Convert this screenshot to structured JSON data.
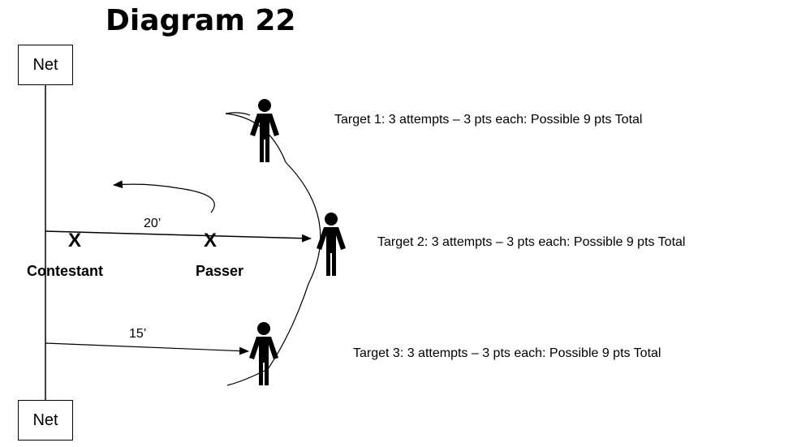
{
  "title": "Diagram 22",
  "net_top": "Net",
  "net_bottom": "Net",
  "distance_20": "20’",
  "distance_15": "15’",
  "contestant": {
    "mark": "X",
    "label": "Contestant"
  },
  "passer": {
    "mark": "X",
    "label": "Passer"
  },
  "targets": [
    "Target 1:  3 attempts – 3 pts each:  Possible 9 pts Total",
    "Target 2:  3 attempts – 3 pts each:  Possible 9 pts Total",
    "Target 3:  3 attempts – 3 pts each:  Possible 9 pts Total"
  ],
  "icons": [
    "person-icon",
    "person-icon",
    "person-icon"
  ]
}
